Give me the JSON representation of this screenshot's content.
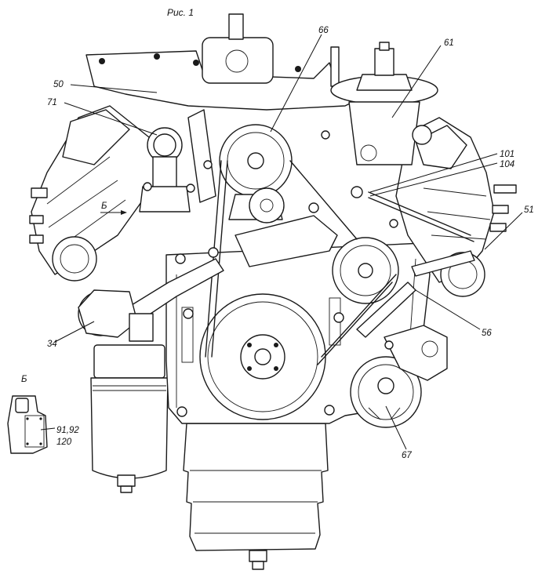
{
  "figure": {
    "title": "Рис. 1",
    "view_marker": "Б",
    "inset_label": "Б"
  },
  "callouts": {
    "c66": "66",
    "c61": "61",
    "c50": "50",
    "c71": "71",
    "c101": "101",
    "c104": "104",
    "c51": "51",
    "c34": "34",
    "c56": "56",
    "c67": "67",
    "c9192": "91,92",
    "c120": "120"
  },
  "colors": {
    "line": "#1a1a1a",
    "background": "#ffffff"
  }
}
